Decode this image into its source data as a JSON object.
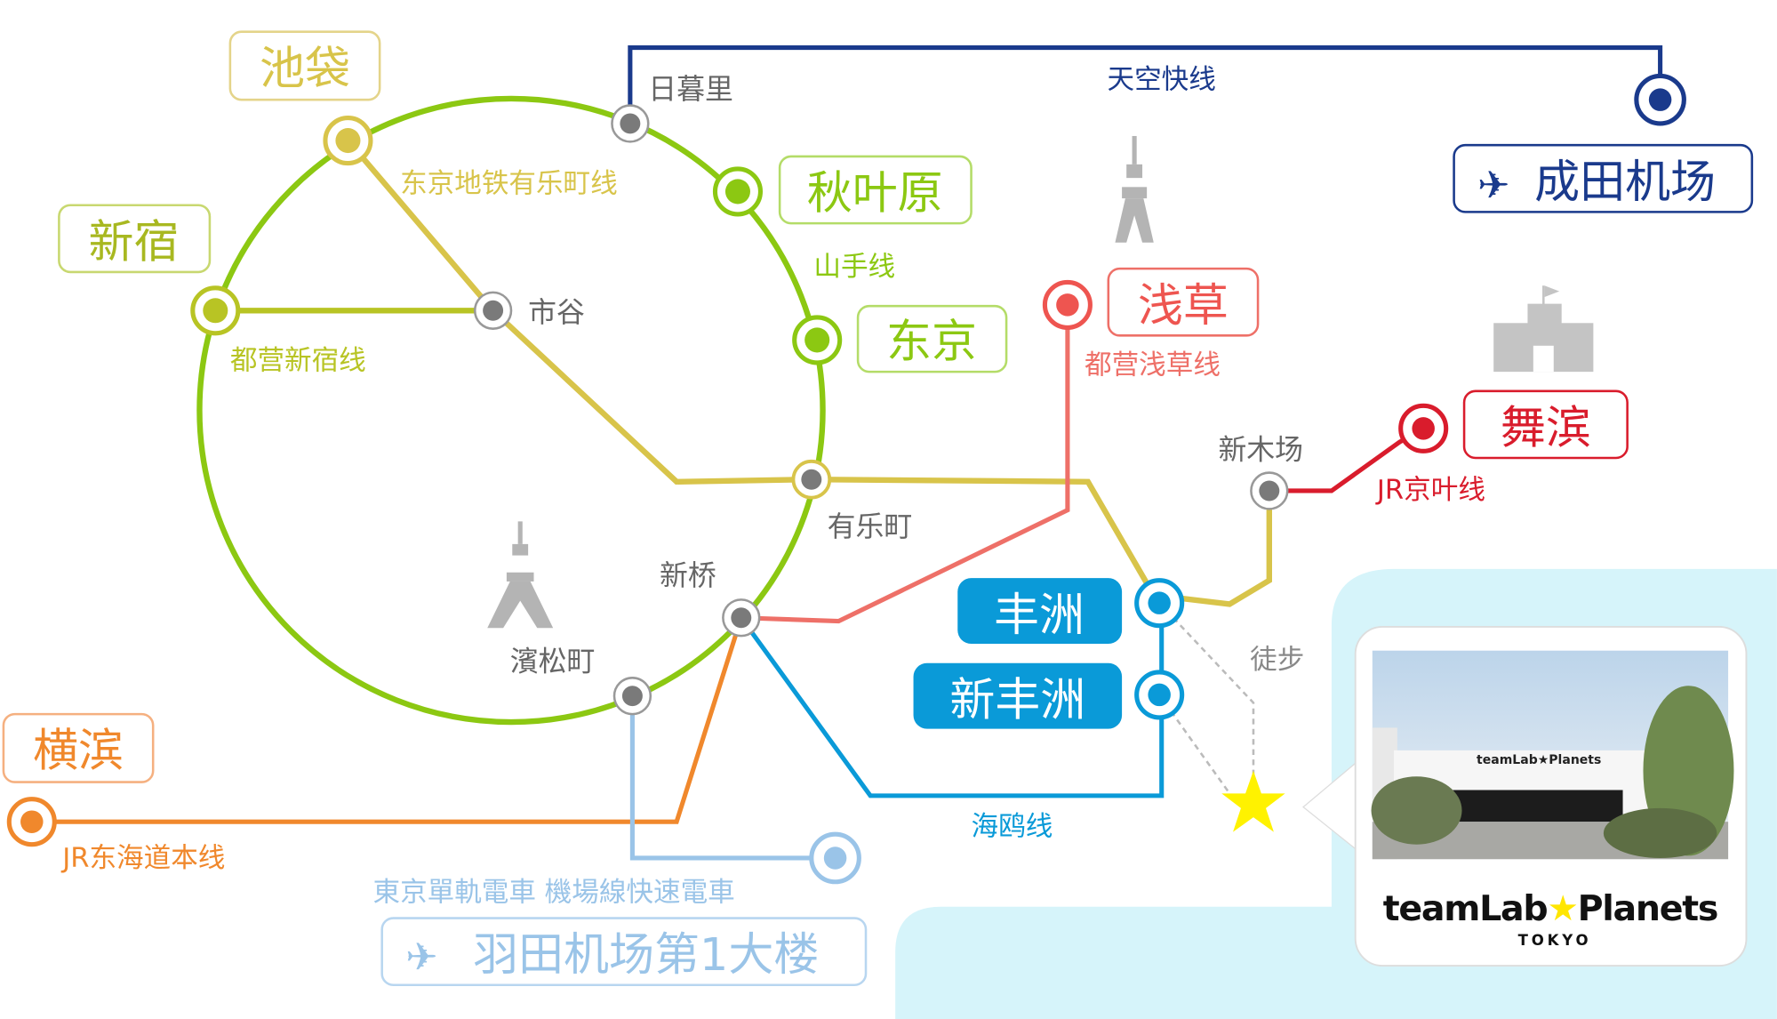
{
  "colors": {
    "yamanote": "#8cc812",
    "yurakucho": "#d8c44a",
    "skyliner": "#1a3a8c",
    "asakusa": "#ee7068",
    "keiyo": "#d91c2c",
    "yurikamome": "#0a9ad8",
    "tokaido": "#f0882c",
    "monorail": "#9ac4e8",
    "transfer": "#7a7a7a",
    "water": "#d6f4fa"
  },
  "stations": {
    "ikebukuro": "池袋",
    "nippori": "日暮里",
    "akihabara": "秋叶原",
    "tokyo": "东京",
    "shinjuku": "新宿",
    "ichigaya": "市谷",
    "yurakucho": "有乐町",
    "shimbashi": "新桥",
    "hamamatsucho": "濱松町",
    "asakusa": "浅草",
    "shinkiba": "新木场",
    "maihama": "舞滨",
    "toyosu": "丰洲",
    "shin_toyosu": "新丰洲",
    "narita": "成田机场",
    "yokohama": "横滨",
    "haneda": "羽田机场第1大楼"
  },
  "lines": {
    "skyliner": "天空快线",
    "yurakucho": "东京地铁有乐町线",
    "yamanote": "山手线",
    "shinjuku": "都营新宿线",
    "asakusa": "都营浅草线",
    "keiyo": "JR京叶线",
    "yurikamome": "海鸥线",
    "tokaido": "JR东海道本线",
    "monorail": "東京單軌電車  機場線快速電車"
  },
  "walk_label": "徒步",
  "destination": {
    "name": "teamLab★Planets",
    "name_left": "teamLab",
    "name_right": "Planets",
    "subtitle": "TOKYO"
  }
}
